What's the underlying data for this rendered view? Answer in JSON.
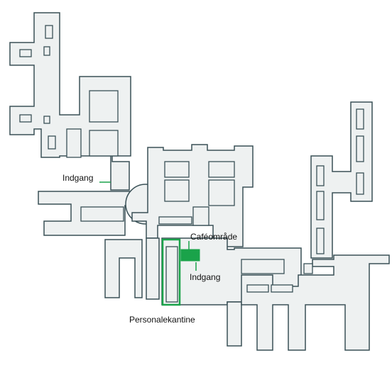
{
  "map": {
    "labels": {
      "entrance_west": "Indgang",
      "cafe_area": "Caféområde",
      "entrance_center": "Indgang",
      "staff_canteen": "Personalekantine"
    },
    "colors": {
      "building_fill": "#eef1f1",
      "building_stroke": "#3a5157",
      "highlight": "#1aa34a"
    }
  }
}
